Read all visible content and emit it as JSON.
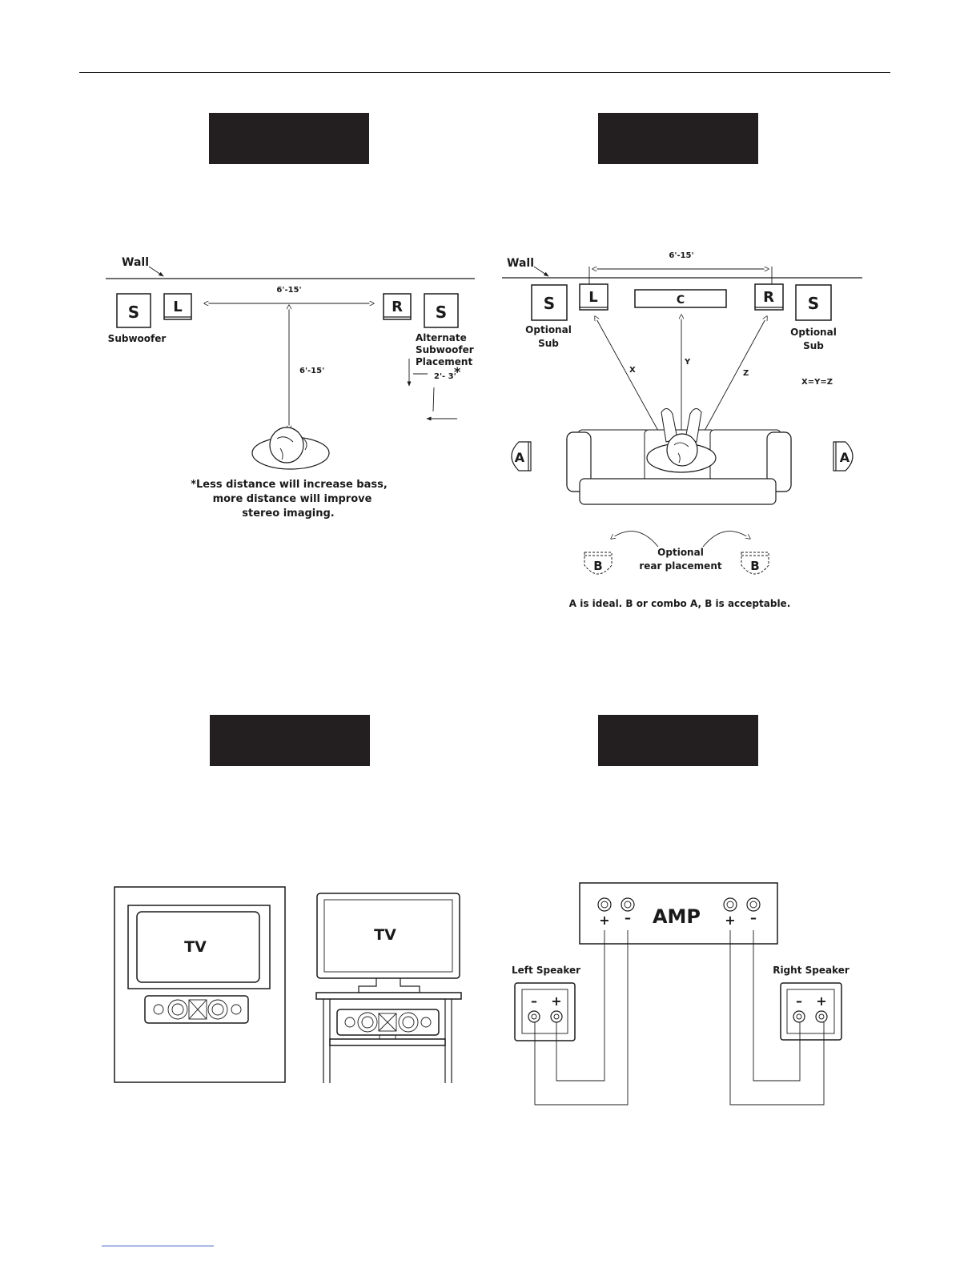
{
  "stereo": {
    "wall": "Wall",
    "speaker_s": "S",
    "speaker_l": "L",
    "speaker_r": "R",
    "subwoofer": "Subwoofer",
    "alt_line1": "Alternate",
    "alt_line2": "Subwoofer",
    "alt_line3": "Placement",
    "dist_horizontal": "6'-15'",
    "dist_vertical": "6'-15'",
    "dist_wall": "2'- 3'",
    "asterisk": "*",
    "note_line1": "*Less distance will increase bass,",
    "note_line2": "more distance will improve",
    "note_line3": "stereo imaging."
  },
  "surround": {
    "wall": "Wall",
    "dist_top": "6'-15'",
    "speaker_s": "S",
    "speaker_l": "L",
    "speaker_c": "C",
    "speaker_r": "R",
    "optional": "Optional",
    "sub": "Sub",
    "label_x": "X",
    "label_y": "Y",
    "label_z": "Z",
    "equation": "X=Y=Z",
    "speaker_a": "A",
    "speaker_b": "B",
    "rear_line1": "Optional",
    "rear_line2": "rear placement",
    "caption": "A is ideal. B or combo A, B is acceptable."
  },
  "center": {
    "tv": "TV"
  },
  "wiring": {
    "amp": "AMP",
    "left_speaker": "Left Speaker",
    "right_speaker": "Right Speaker",
    "plus": "+",
    "minus": "–"
  }
}
